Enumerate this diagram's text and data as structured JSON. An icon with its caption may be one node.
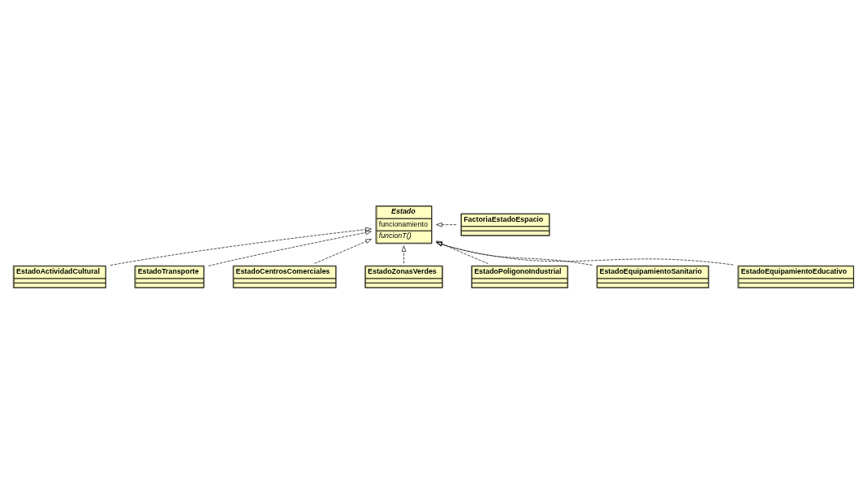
{
  "diagram": {
    "nodes": [
      {
        "text": [
          "Estado",
          "funcionamiento",
          "funcionT()"
        ]
      },
      {
        "text": [
          "FactoriaEstadoEspacio"
        ]
      },
      {
        "text": [
          "EstadoActividadCultural"
        ]
      },
      {
        "text": [
          "EstadoTransporte"
        ]
      },
      {
        "text": [
          "EstadoCentrosComerciales"
        ]
      },
      {
        "text": [
          "EstadoZonasVerdes"
        ]
      },
      {
        "text": [
          "EstadoPoligonoIndustrial"
        ]
      },
      {
        "text": [
          "EstadoEquipamientoSanitario"
        ]
      },
      {
        "text": [
          "EstadoEquipamientoEducativo"
        ]
      }
    ],
    "edges": [
      {
        "from": 1,
        "to": 0,
        "arrow": "to",
        "style": "dashed"
      },
      {
        "from": 2,
        "to": 0,
        "arrow": "to",
        "style": "dashed"
      },
      {
        "from": 3,
        "to": 0,
        "arrow": "to",
        "style": "dashed"
      },
      {
        "from": 4,
        "to": 0,
        "arrow": "to",
        "style": "dashed"
      },
      {
        "from": 5,
        "to": 0,
        "arrow": "to",
        "style": "dashed"
      },
      {
        "from": 6,
        "to": 0,
        "arrow": "to",
        "style": "dashed"
      },
      {
        "from": 7,
        "to": 0,
        "arrow": "to",
        "style": "dashed"
      },
      {
        "from": 8,
        "to": 0,
        "arrow": "to",
        "style": "dashed"
      }
    ]
  }
}
